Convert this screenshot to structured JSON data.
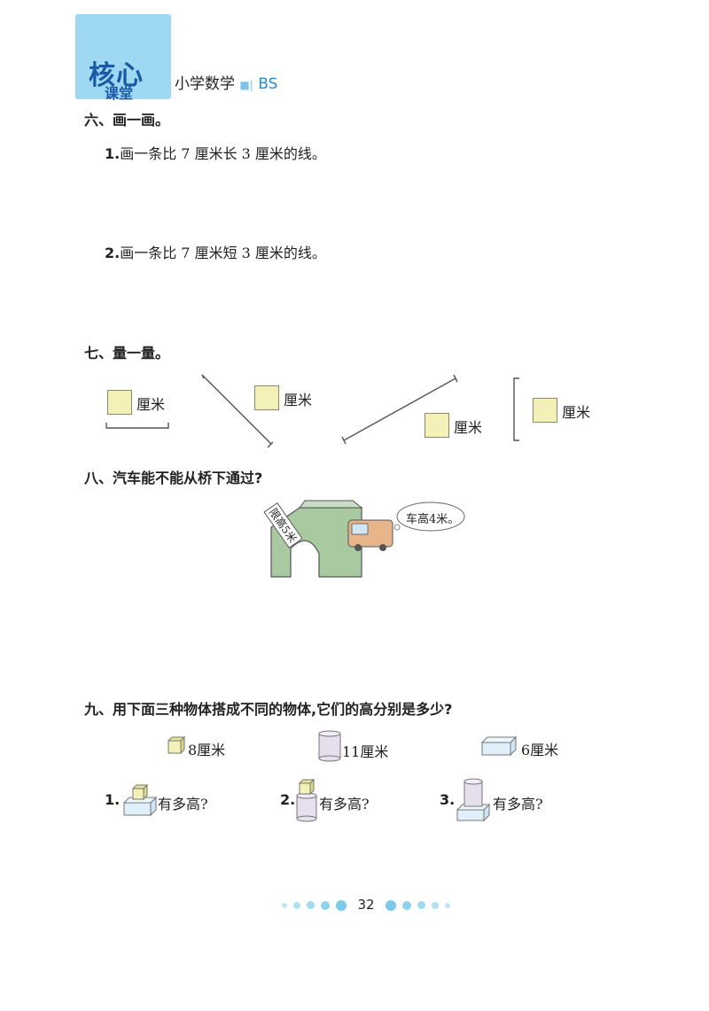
{
  "header": {
    "logo_line1": "核心",
    "logo_line2": "课堂",
    "subject": "小学数学",
    "edition": "BS"
  },
  "section6": {
    "title": "六、画一画。",
    "q1_num": "1.",
    "q1_text": "画一条比 7 厘米长 3 厘米的线。",
    "q2_num": "2.",
    "q2_text": "画一条比 7 厘米短 3 厘米的线。"
  },
  "section7": {
    "title": "七、量一量。",
    "unit": "厘米"
  },
  "section8": {
    "title": "八、汽车能不能从桥下通过?",
    "bridge_sign": "限高5米",
    "bubble": "车高4米。"
  },
  "section9": {
    "title": "九、用下面三种物体搭成不同的物体,它们的高分别是多少?",
    "objects": [
      "8厘米",
      "11厘米",
      "6厘米"
    ],
    "q_nums": [
      "1.",
      "2.",
      "3."
    ],
    "q_text": "有多高?"
  },
  "footer": {
    "page": "32"
  },
  "colors": {
    "accent": "#7cc9ea",
    "box_fill": "#f4f1b8",
    "bridge": "#a9c9a0"
  }
}
